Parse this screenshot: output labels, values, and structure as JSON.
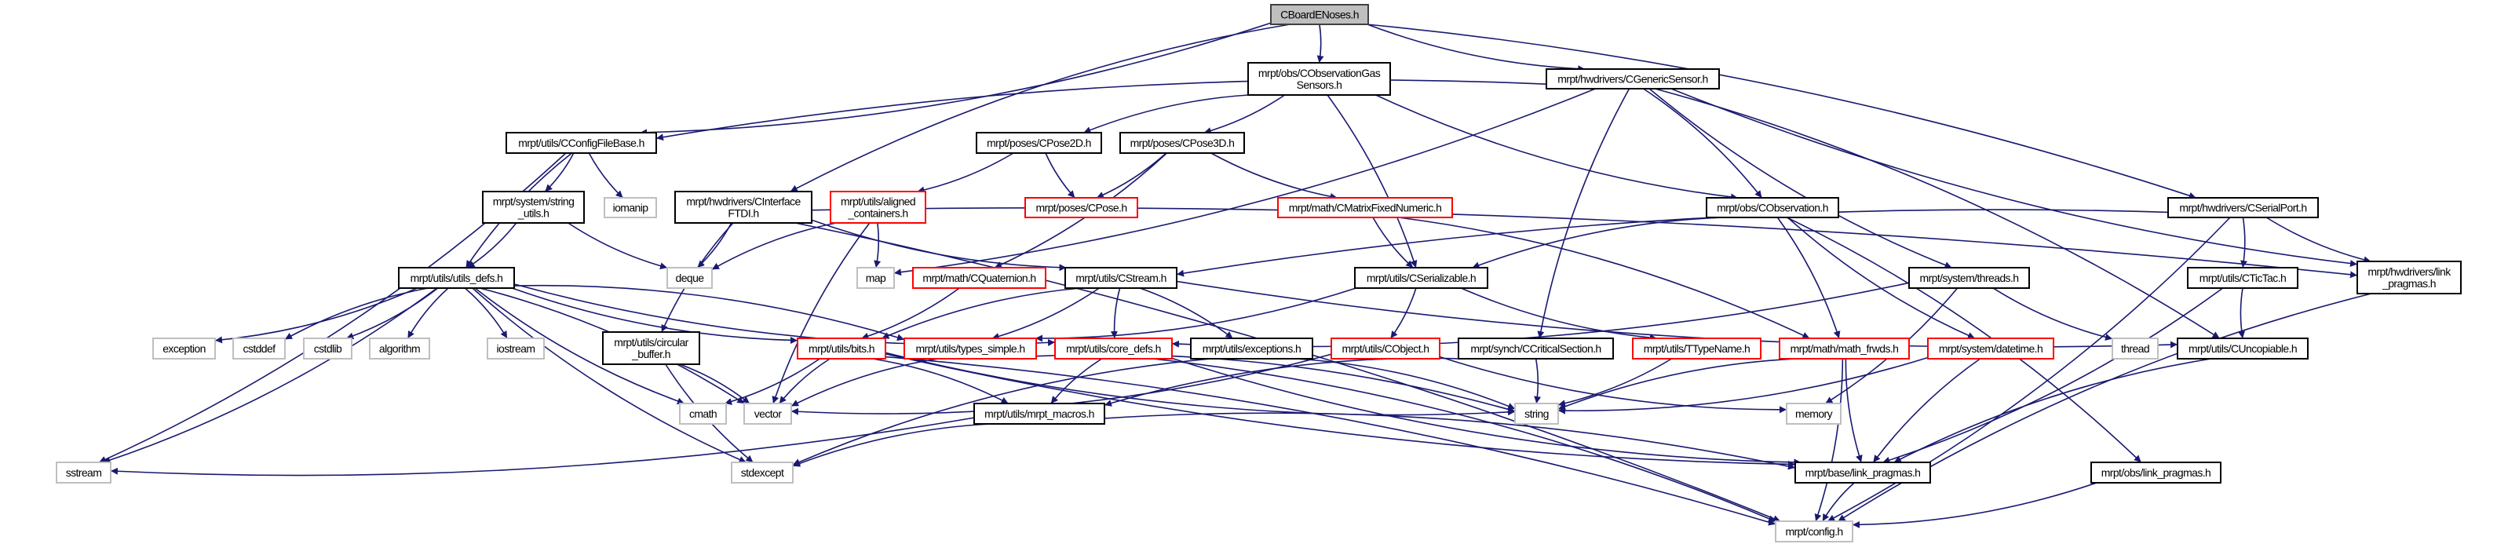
{
  "colors": {
    "edge": "#191970",
    "root_fill": "#bfbfbf",
    "root_border": "#404040",
    "documented_border": "#000000",
    "truncated_border": "#ff0000",
    "external_border": "#bfbfbf",
    "node_fill": "#ffffff"
  },
  "graph": {
    "nodes": [
      {
        "id": "root",
        "kind": "root",
        "lines": [
          "CBoardENoses.h"
        ]
      },
      {
        "id": "gas",
        "kind": "documented",
        "lines": [
          "mrpt/obs/CObservationGas",
          "Sensors.h"
        ]
      },
      {
        "id": "gensensor",
        "kind": "documented",
        "lines": [
          "mrpt/hwdrivers/CGenericSensor.h"
        ]
      },
      {
        "id": "configfile",
        "kind": "documented",
        "lines": [
          "mrpt/utils/CConfigFileBase.h"
        ]
      },
      {
        "id": "pose2d",
        "kind": "documented",
        "lines": [
          "mrpt/poses/CPose2D.h"
        ]
      },
      {
        "id": "pose3d",
        "kind": "documented",
        "lines": [
          "mrpt/poses/CPose3D.h"
        ]
      },
      {
        "id": "stringutils",
        "kind": "documented",
        "lines": [
          "mrpt/system/string",
          "_utils.h"
        ]
      },
      {
        "id": "iomanip",
        "kind": "external",
        "lines": [
          "iomanip"
        ]
      },
      {
        "id": "ftdi",
        "kind": "documented",
        "lines": [
          "mrpt/hwdrivers/CInterface",
          "FTDI.h"
        ]
      },
      {
        "id": "aligned",
        "kind": "truncated",
        "lines": [
          "mrpt/utils/aligned",
          "_containers.h"
        ]
      },
      {
        "id": "cpose",
        "kind": "truncated",
        "lines": [
          "mrpt/poses/CPose.h"
        ]
      },
      {
        "id": "matrixfixed",
        "kind": "truncated",
        "lines": [
          "mrpt/math/CMatrixFixedNumeric.h"
        ]
      },
      {
        "id": "observation",
        "kind": "documented",
        "lines": [
          "mrpt/obs/CObservation.h"
        ]
      },
      {
        "id": "serialport",
        "kind": "documented",
        "lines": [
          "mrpt/hwdrivers/CSerialPort.h"
        ]
      },
      {
        "id": "utilsdefs",
        "kind": "documented",
        "lines": [
          "mrpt/utils/utils_defs.h"
        ]
      },
      {
        "id": "deque",
        "kind": "external",
        "lines": [
          "deque"
        ]
      },
      {
        "id": "map",
        "kind": "external",
        "lines": [
          "map"
        ]
      },
      {
        "id": "quaternion",
        "kind": "truncated",
        "lines": [
          "mrpt/math/CQuaternion.h"
        ]
      },
      {
        "id": "cstream",
        "kind": "documented",
        "lines": [
          "mrpt/utils/CStream.h"
        ]
      },
      {
        "id": "serializable",
        "kind": "documented",
        "lines": [
          "mrpt/utils/CSerializable.h"
        ]
      },
      {
        "id": "threads",
        "kind": "documented",
        "lines": [
          "mrpt/system/threads.h"
        ]
      },
      {
        "id": "tictac",
        "kind": "documented",
        "lines": [
          "mrpt/utils/CTicTac.h"
        ]
      },
      {
        "id": "hwlinkpragmas",
        "kind": "documented",
        "lines": [
          "mrpt/hwdrivers/link",
          "_pragmas.h"
        ]
      },
      {
        "id": "exception",
        "kind": "external",
        "lines": [
          "exception"
        ]
      },
      {
        "id": "cstddef",
        "kind": "external",
        "lines": [
          "cstddef"
        ]
      },
      {
        "id": "cstdlib",
        "kind": "external",
        "lines": [
          "cstdlib"
        ]
      },
      {
        "id": "algorithm",
        "kind": "external",
        "lines": [
          "algorithm"
        ]
      },
      {
        "id": "iostream",
        "kind": "external",
        "lines": [
          "iostream"
        ]
      },
      {
        "id": "circbuffer",
        "kind": "documented",
        "lines": [
          "mrpt/utils/circular",
          "_buffer.h"
        ]
      },
      {
        "id": "bits",
        "kind": "truncated",
        "lines": [
          "mrpt/utils/bits.h"
        ]
      },
      {
        "id": "typessimple",
        "kind": "truncated",
        "lines": [
          "mrpt/utils/types_simple.h"
        ]
      },
      {
        "id": "coredefs",
        "kind": "truncated",
        "lines": [
          "mrpt/utils/core_defs.h"
        ]
      },
      {
        "id": "exceptions",
        "kind": "documented",
        "lines": [
          "mrpt/utils/exceptions.h"
        ]
      },
      {
        "id": "cobject",
        "kind": "truncated",
        "lines": [
          "mrpt/utils/CObject.h"
        ]
      },
      {
        "id": "critsection",
        "kind": "documented",
        "lines": [
          "mrpt/synch/CCriticalSection.h"
        ]
      },
      {
        "id": "ttypename",
        "kind": "truncated",
        "lines": [
          "mrpt/utils/TTypeName.h"
        ]
      },
      {
        "id": "mathfrwds",
        "kind": "truncated",
        "lines": [
          "mrpt/math/math_frwds.h"
        ]
      },
      {
        "id": "datetime",
        "kind": "truncated",
        "lines": [
          "mrpt/system/datetime.h"
        ]
      },
      {
        "id": "thread",
        "kind": "external",
        "lines": [
          "thread"
        ]
      },
      {
        "id": "uncopiable",
        "kind": "documented",
        "lines": [
          "mrpt/utils/CUncopiable.h"
        ]
      },
      {
        "id": "cmath",
        "kind": "external",
        "lines": [
          "cmath"
        ]
      },
      {
        "id": "vector",
        "kind": "external",
        "lines": [
          "vector"
        ]
      },
      {
        "id": "mrptmacros",
        "kind": "documented",
        "lines": [
          "mrpt/utils/mrpt_macros.h"
        ]
      },
      {
        "id": "string",
        "kind": "external",
        "lines": [
          "string"
        ]
      },
      {
        "id": "memory",
        "kind": "external",
        "lines": [
          "memory"
        ]
      },
      {
        "id": "sstream",
        "kind": "external",
        "lines": [
          "sstream"
        ]
      },
      {
        "id": "stdexcept",
        "kind": "external",
        "lines": [
          "stdexcept"
        ]
      },
      {
        "id": "baselinkpragmas",
        "kind": "documented",
        "lines": [
          "mrpt/base/link_pragmas.h"
        ]
      },
      {
        "id": "obslinkpragmas",
        "kind": "documented",
        "lines": [
          "mrpt/obs/link_pragmas.h"
        ]
      },
      {
        "id": "config",
        "kind": "external",
        "lines": [
          "mrpt/config.h"
        ]
      }
    ],
    "edges": [
      [
        "root",
        "gas"
      ],
      [
        "root",
        "gensensor"
      ],
      [
        "root",
        "configfile"
      ],
      [
        "root",
        "ftdi"
      ],
      [
        "root",
        "serialport"
      ],
      [
        "gas",
        "pose2d"
      ],
      [
        "gas",
        "pose3d"
      ],
      [
        "gas",
        "observation"
      ],
      [
        "gas",
        "serializable"
      ],
      [
        "gensensor",
        "configfile"
      ],
      [
        "gensensor",
        "map"
      ],
      [
        "gensensor",
        "critsection"
      ],
      [
        "gensensor",
        "observation"
      ],
      [
        "gensensor",
        "threads"
      ],
      [
        "gensensor",
        "uncopiable"
      ],
      [
        "gensensor",
        "hwlinkpragmas"
      ],
      [
        "configfile",
        "sstream"
      ],
      [
        "configfile",
        "utilsdefs"
      ],
      [
        "configfile",
        "stringutils"
      ],
      [
        "configfile",
        "iomanip"
      ],
      [
        "stringutils",
        "utilsdefs"
      ],
      [
        "stringutils",
        "deque"
      ],
      [
        "ftdi",
        "config"
      ],
      [
        "ftdi",
        "circbuffer"
      ],
      [
        "ftdi",
        "deque"
      ],
      [
        "ftdi",
        "cstream"
      ],
      [
        "ftdi",
        "hwlinkpragmas"
      ],
      [
        "aligned",
        "deque"
      ],
      [
        "aligned",
        "map"
      ],
      [
        "aligned",
        "vector"
      ],
      [
        "pose2d",
        "aligned"
      ],
      [
        "pose2d",
        "cpose"
      ],
      [
        "pose3d",
        "cpose"
      ],
      [
        "pose3d",
        "matrixfixed"
      ],
      [
        "pose3d",
        "quaternion"
      ],
      [
        "matrixfixed",
        "serializable"
      ],
      [
        "matrixfixed",
        "mathfrwds"
      ],
      [
        "observation",
        "serializable"
      ],
      [
        "observation",
        "mathfrwds"
      ],
      [
        "observation",
        "datetime"
      ],
      [
        "observation",
        "obslinkpragmas"
      ],
      [
        "serialport",
        "cstream"
      ],
      [
        "serialport",
        "tictac"
      ],
      [
        "serialport",
        "hwlinkpragmas"
      ],
      [
        "serialport",
        "config"
      ],
      [
        "tictac",
        "uncopiable"
      ],
      [
        "tictac",
        "baselinkpragmas"
      ],
      [
        "hwlinkpragmas",
        "config"
      ],
      [
        "utilsdefs",
        "exception"
      ],
      [
        "utilsdefs",
        "cstddef"
      ],
      [
        "utilsdefs",
        "cstdlib"
      ],
      [
        "utilsdefs",
        "algorithm"
      ],
      [
        "utilsdefs",
        "iostream"
      ],
      [
        "utilsdefs",
        "cmath"
      ],
      [
        "utilsdefs",
        "vector"
      ],
      [
        "utilsdefs",
        "stdexcept"
      ],
      [
        "utilsdefs",
        "sstream"
      ],
      [
        "utilsdefs",
        "bits"
      ],
      [
        "utilsdefs",
        "typessimple"
      ],
      [
        "utilsdefs",
        "coredefs"
      ],
      [
        "circbuffer",
        "vector"
      ],
      [
        "circbuffer",
        "stdexcept"
      ],
      [
        "quaternion",
        "bits"
      ],
      [
        "cstream",
        "bits"
      ],
      [
        "cstream",
        "typessimple"
      ],
      [
        "cstream",
        "coredefs"
      ],
      [
        "cstream",
        "exceptions"
      ],
      [
        "cstream",
        "uncopiable"
      ],
      [
        "serializable",
        "cobject"
      ],
      [
        "serializable",
        "ttypename"
      ],
      [
        "serializable",
        "typessimple"
      ],
      [
        "bits",
        "vector"
      ],
      [
        "bits",
        "cmath"
      ],
      [
        "bits",
        "string"
      ],
      [
        "bits",
        "mrptmacros"
      ],
      [
        "bits",
        "baselinkpragmas"
      ],
      [
        "bits",
        "config"
      ],
      [
        "typessimple",
        "vector"
      ],
      [
        "typessimple",
        "string"
      ],
      [
        "coredefs",
        "mrptmacros"
      ],
      [
        "coredefs",
        "config"
      ],
      [
        "coredefs",
        "baselinkpragmas"
      ],
      [
        "exceptions",
        "string"
      ],
      [
        "exceptions",
        "stdexcept"
      ],
      [
        "cobject",
        "vector"
      ],
      [
        "cobject",
        "memory"
      ],
      [
        "critsection",
        "string"
      ],
      [
        "critsection",
        "mrptmacros"
      ],
      [
        "ttypename",
        "string"
      ],
      [
        "mathfrwds",
        "string"
      ],
      [
        "mathfrwds",
        "config"
      ],
      [
        "mathfrwds",
        "baselinkpragmas"
      ],
      [
        "datetime",
        "string"
      ],
      [
        "datetime",
        "baselinkpragmas"
      ],
      [
        "threads",
        "coredefs"
      ],
      [
        "threads",
        "thread"
      ],
      [
        "threads",
        "memory"
      ],
      [
        "uncopiable",
        "baselinkpragmas"
      ],
      [
        "mrptmacros",
        "sstream"
      ],
      [
        "mrptmacros",
        "stdexcept"
      ],
      [
        "mrptmacros",
        "baselinkpragmas"
      ],
      [
        "baselinkpragmas",
        "config"
      ],
      [
        "obslinkpragmas",
        "config"
      ]
    ]
  }
}
